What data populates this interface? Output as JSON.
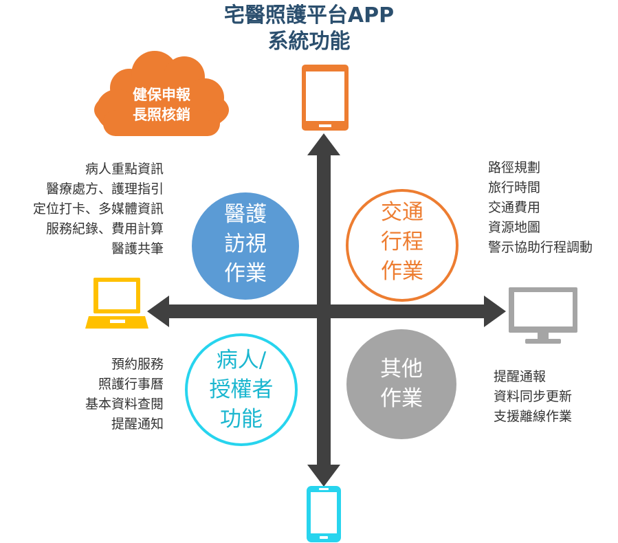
{
  "title": {
    "line1": "宅醫照護平台APP",
    "line2": "系統功能"
  },
  "cloud": {
    "line1": "健保申報",
    "line2": "長照核銷",
    "color": "#ed7d31"
  },
  "quadrants": {
    "top_left": {
      "lines": [
        "醫護",
        "訪視",
        "作業"
      ],
      "fill": "#5b9bd5"
    },
    "top_right": {
      "lines": [
        "交通",
        "行程",
        "作業"
      ],
      "stroke": "#ed7d31"
    },
    "bottom_left": {
      "lines": [
        "病人/",
        "授權者",
        "功能"
      ],
      "stroke": "#27d4ee"
    },
    "bottom_right": {
      "lines": [
        "其他",
        "作業"
      ],
      "fill": "#a5a5a5"
    }
  },
  "lists": {
    "top_left": [
      "病人重點資訊",
      "醫療處方、護理指引",
      "定位打卡、多媒體資訊",
      "服務紀錄、費用計算",
      "醫護共筆"
    ],
    "top_right": [
      "路徑規劃",
      "旅行時間",
      "交通費用",
      "資源地圖",
      "警示協助行程調動"
    ],
    "bottom_left": [
      "預約服務",
      "照護行事曆",
      "基本資料查閱",
      "提醒通知"
    ],
    "bottom_right": [
      "提醒通報",
      "資料同步更新",
      "支援離線作業"
    ]
  },
  "devices": {
    "top": {
      "icon": "tablet-icon",
      "color": "#ed7d31"
    },
    "left": {
      "icon": "laptop-icon",
      "color": "#ffc000"
    },
    "right": {
      "icon": "monitor-icon",
      "color": "#a5a5a5"
    },
    "bottom": {
      "icon": "phone-icon",
      "color": "#27d4ee"
    }
  }
}
